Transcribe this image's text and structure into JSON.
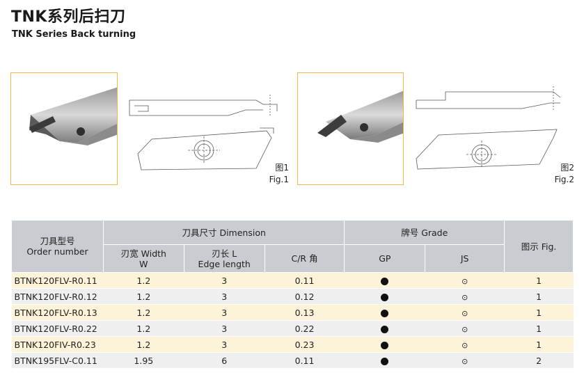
{
  "header": {
    "title": "TNK系列后扫刀",
    "subtitle": "TNK Series Back turning"
  },
  "figures": [
    {
      "label_cn": "图1",
      "label_en": "Fig.1"
    },
    {
      "label_cn": "图2",
      "label_en": "Fig.2"
    }
  ],
  "table": {
    "headers": {
      "order_cn": "刀具型号",
      "order_en": "Order number",
      "dimension": "刀具尺寸 Dimension",
      "grade": "牌号 Grade",
      "fig": "图示 Fig.",
      "width_line1": "刃宽 Width",
      "width_line2": "W",
      "length_line1": "刃长 L",
      "length_line2": "Edge length",
      "cr": "C/R 角",
      "gp": "GP",
      "js": "JS"
    },
    "rows": [
      {
        "order": "BTNK120FLV-R0.11",
        "w": "1.2",
        "l": "3",
        "cr": "0.11",
        "gp": "●",
        "js": "⊙",
        "fig": "1"
      },
      {
        "order": "BTNK120FLV-R0.12",
        "w": "1.2",
        "l": "3",
        "cr": "0.12",
        "gp": "●",
        "js": "⊙",
        "fig": "1"
      },
      {
        "order": "BTNK120FLV-R0.13",
        "w": "1.2",
        "l": "3",
        "cr": "0.13",
        "gp": "●",
        "js": "⊙",
        "fig": "1"
      },
      {
        "order": "BTNK120FLV-R0.22",
        "w": "1.2",
        "l": "3",
        "cr": "0.22",
        "gp": "●",
        "js": "⊙",
        "fig": "1"
      },
      {
        "order": "BTNK120FIV-R0.23",
        "w": "1.2",
        "l": "3",
        "cr": "0.23",
        "gp": "●",
        "js": "⊙",
        "fig": "1"
      },
      {
        "order": "BTNK195FLV-C0.11",
        "w": "1.95",
        "l": "6",
        "cr": "0.11",
        "gp": "●",
        "js": "⊙",
        "fig": "2"
      }
    ]
  },
  "colors": {
    "photo_border": "#f0b64d",
    "header_bg": "#c9ccd0",
    "row_alt_bg": "#fdf3d8",
    "row_plain_bg": "#efefef"
  }
}
